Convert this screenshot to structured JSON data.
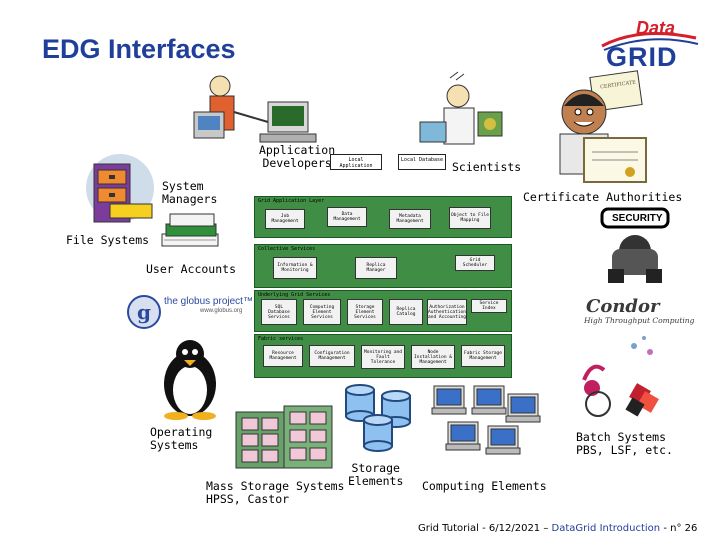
{
  "title": "EDG Interfaces",
  "logo": {
    "top_text": "Data",
    "bottom_text": "GRID"
  },
  "actors": {
    "application_developers": "Application\nDevelopers",
    "system_managers": "System\nManagers",
    "scientists": "Scientists",
    "certificate_authorities": "Certificate Authorities",
    "file_systems": "File Systems",
    "user_accounts": "User Accounts",
    "operating_systems": "Operating\nSystems",
    "batch_systems": "Batch Systems\nPBS, LSF, etc.",
    "mass_storage": "Mass Storage Systems\nHPSS, Castor",
    "storage_elements": "Storage\nElements",
    "computing_elements": "Computing Elements"
  },
  "badges": {
    "security": "SECURITY",
    "certificate": "CERTIFICATE",
    "globus": "the globus project™",
    "globus_url": "www.globus.org",
    "condor": "Condor",
    "condor_sub": "High Throughput Computing"
  },
  "architecture": {
    "top_boxes": [
      "Local Application",
      "Local Database"
    ],
    "layers": [
      {
        "title": "Grid Application Layer",
        "boxes": [
          "Job Management",
          "Data Management",
          "Metadata Management",
          "Object to File Mapping"
        ]
      },
      {
        "title": "Collective Services",
        "boxes": [
          "Information & Monitoring",
          "Replica Manager",
          "Grid Scheduler"
        ]
      },
      {
        "title": "Underlying Grid Services",
        "boxes": [
          "SQL Database Services",
          "Computing Element Services",
          "Storage Element Services",
          "Replica Catalog",
          "Authorization Authentication and Accounting",
          "Service Index"
        ]
      },
      {
        "title": "Fabric services",
        "boxes": [
          "Resource Management",
          "Configuration Management",
          "Monitoring and Fault Tolerance",
          "Node Installation & Management",
          "Fabric Storage Management"
        ]
      }
    ]
  },
  "footer": {
    "prefix": "Grid Tutorial - 6/12/2021 – ",
    "highlight": "DataGrid Introduction",
    "suffix": " - n° 26"
  },
  "colors": {
    "title": "#1f3f9a",
    "layer_green": "#408d45",
    "logo_red": "#d4202a",
    "logo_blue": "#1f3f9a"
  }
}
